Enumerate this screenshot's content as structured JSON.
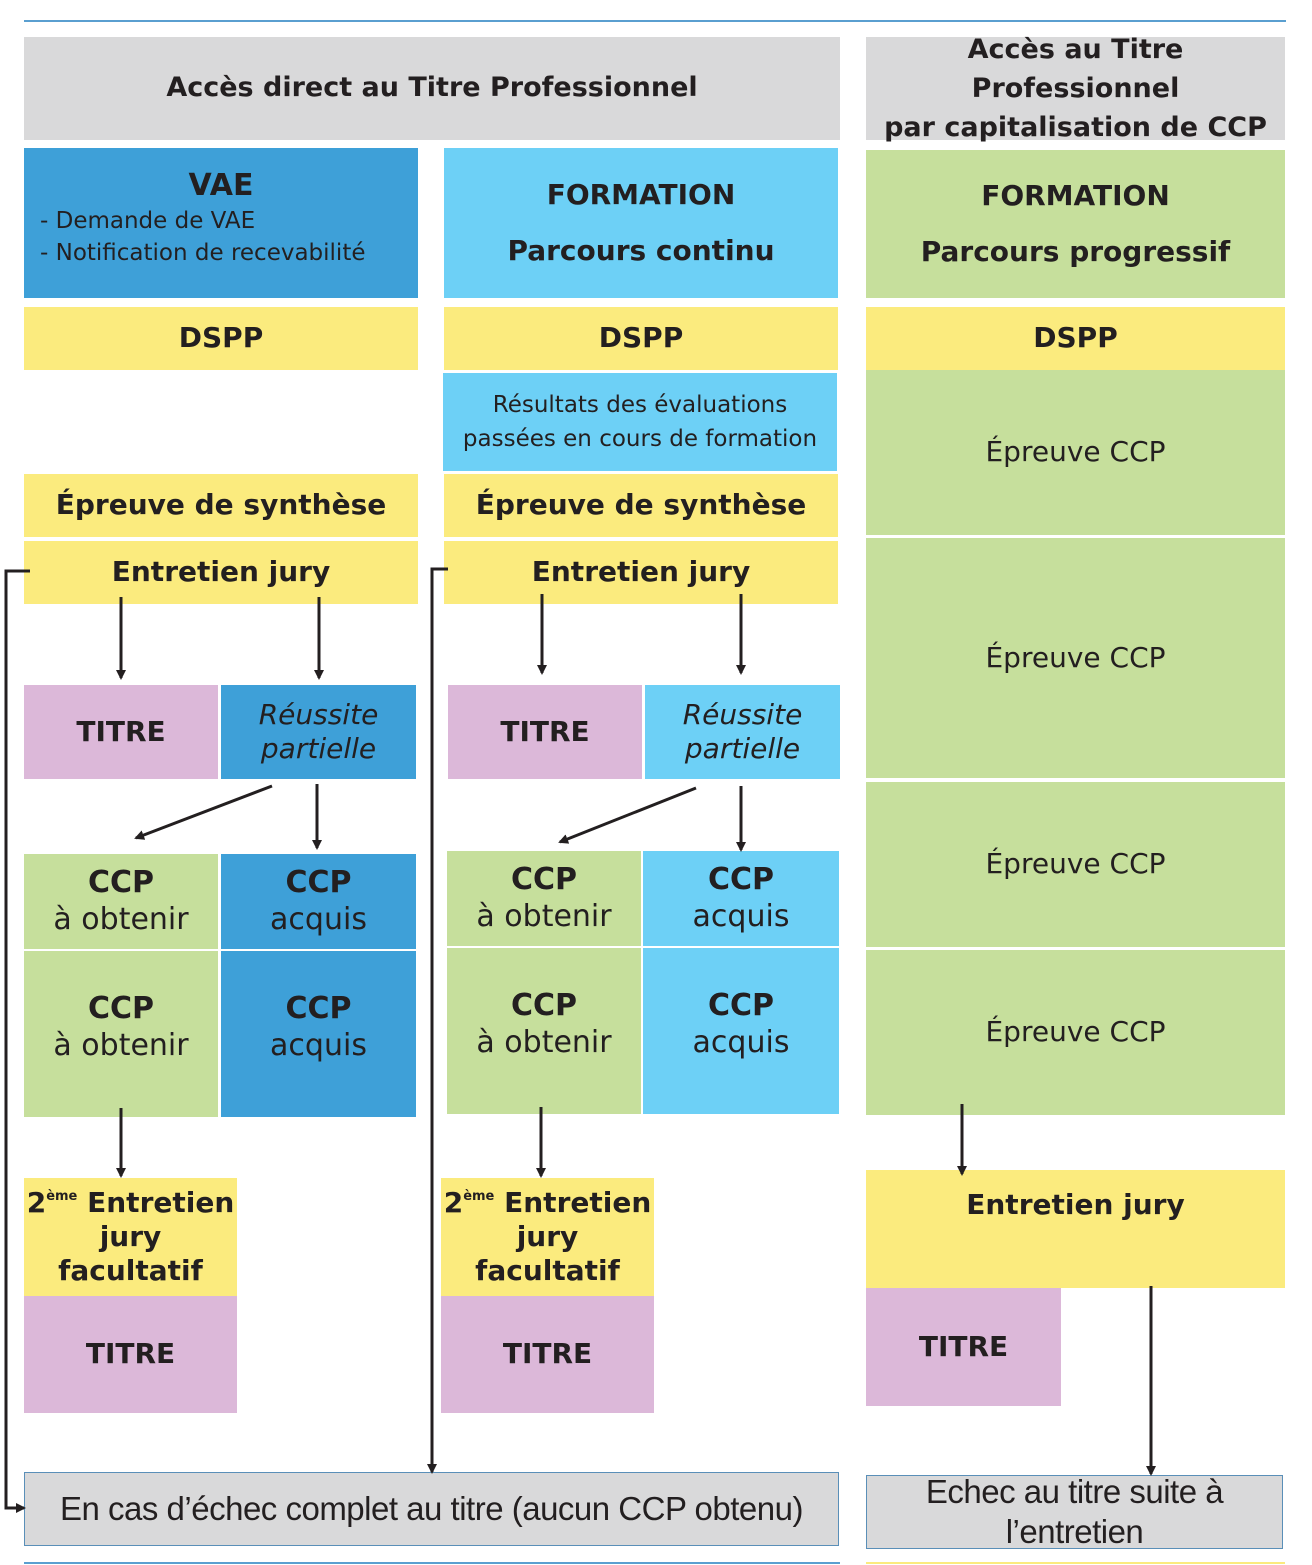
{
  "header_direct": "Accès direct au Titre Professionnel",
  "header_capitalisation": [
    "Accès au Titre Professionnel",
    "par capitalisation de CCP"
  ],
  "vae": {
    "title": "VAE",
    "items": [
      "- Demande de VAE",
      "- Notification de recevabilité"
    ]
  },
  "formation_continu": {
    "title": "FORMATION",
    "subtitle": "Parcours continu"
  },
  "formation_progressif": {
    "title": "FORMATION",
    "subtitle": "Parcours progressif"
  },
  "dspp": "DSPP",
  "resultats": [
    "Résultats des évaluations",
    "passées en cours de formation"
  ],
  "epreuve_synthese": "Épreuve de synthèse",
  "entretien_jury": "Entretien jury",
  "titre": "TITRE",
  "reussite_partielle": [
    "Réussite",
    "partielle"
  ],
  "ccp": "CCP",
  "a_obtenir": "à obtenir",
  "acquis": "acquis",
  "second_entretien": {
    "num": "2",
    "sup": "ème",
    "line1": " Entretien",
    "line2": "jury facultatif"
  },
  "epreuve_ccp": "Épreuve CCP",
  "echec_complet": "En cas d’échec complet au titre (aucun CCP obtenu)",
  "echec_entretien": "Echec au titre suite à l’entretien",
  "colors": {
    "gray": "#d9d9da",
    "blue": "#3ea0d8",
    "cyan": "#6dd0f6",
    "green": "#c6df9c",
    "yellow": "#fbeb7e",
    "pink": "#dcb8d9"
  }
}
